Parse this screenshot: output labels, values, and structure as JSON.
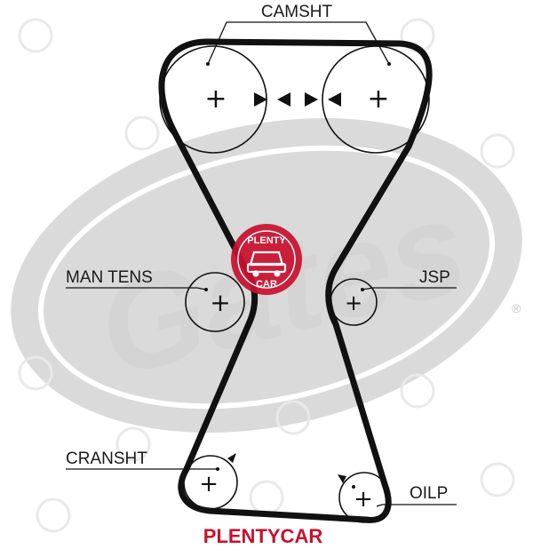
{
  "labels": {
    "camshaft": "CAMSHT",
    "man_tens": "MAN TENS",
    "jsp": "JSP",
    "cranshaft": "CRANSHT",
    "oil_pump": "OILP"
  },
  "brand": {
    "footer": "PLENTYCAR",
    "stamp_top": "PLENTY",
    "stamp_bottom": "CAR"
  },
  "watermark": {
    "logo_text": "Gates",
    "registered": "®"
  },
  "colors": {
    "belt": "#111111",
    "brand_red": "#c8102e",
    "watermark_gray": "#cfcfcf"
  },
  "icons": {
    "timing_marks": "triangle-arrow-icon",
    "pulley_center": "plus-icon"
  }
}
